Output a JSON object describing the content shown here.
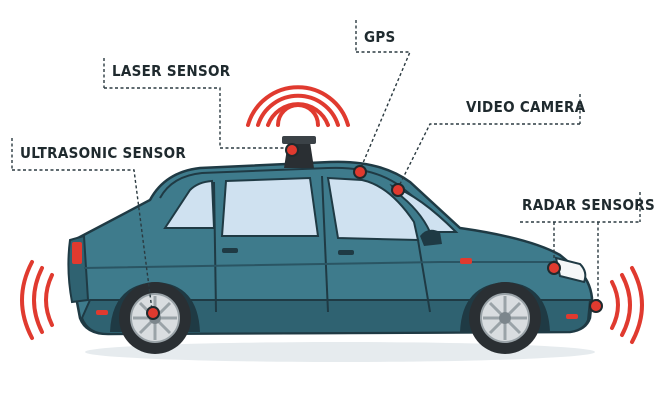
{
  "labels": {
    "laser_sensor": "LASER SENSOR",
    "gps": "GPS",
    "video_camera": "VIDEO CAMERA",
    "ultrasonic_sensor": "ULTRASONIC SENSOR",
    "radar_sensors": "RADAR SENSORS"
  },
  "colors": {
    "car_body": "#3e7b8c",
    "car_body_dark": "#2f6271",
    "outline": "#1f3a44",
    "window": "#cfe1f0",
    "signal": "#e03a2f",
    "tire": "#2a2f33",
    "rim": "#d9dde0",
    "leader": "#2b3a40",
    "shadow": "#e6ebee"
  }
}
